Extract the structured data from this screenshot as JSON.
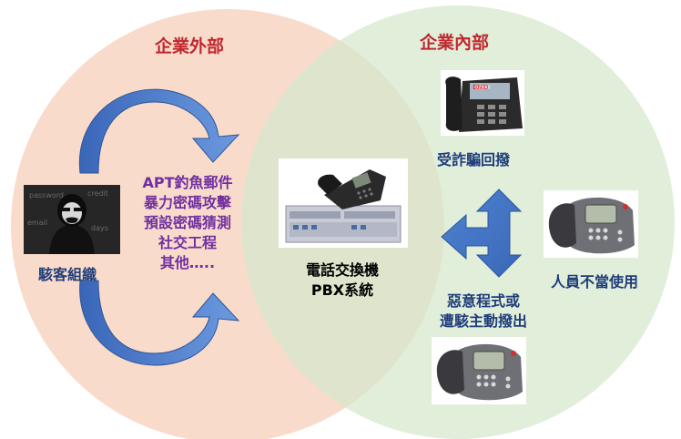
{
  "outside": {
    "title": "企業外部"
  },
  "inside": {
    "title": "企業內部"
  },
  "hacker": {
    "label": "駭客組織",
    "icon": "hacker-icon"
  },
  "attacks": [
    "APT釣魚郵件",
    "暴力密碼攻擊",
    "預設密碼猜測",
    "社交工程",
    "其他….."
  ],
  "center": {
    "line1": "電話交換機",
    "line2": "PBX系統",
    "icon": "pbx-phone-icon"
  },
  "threats": {
    "fraud": "受詐騙回撥",
    "misuse": "人員不當使用",
    "malware_line1": "惡意程式或",
    "malware_line2": "遭駭主動撥出"
  },
  "phone_brand": "OZEKI",
  "colors": {
    "outside_circle": "#f9dccd",
    "inside_circle": "#dcebd5",
    "arrow": "#4a7ac7",
    "title": "#c0282e",
    "attack_text": "#7030a0",
    "threat_text": "#1f3d7a"
  }
}
